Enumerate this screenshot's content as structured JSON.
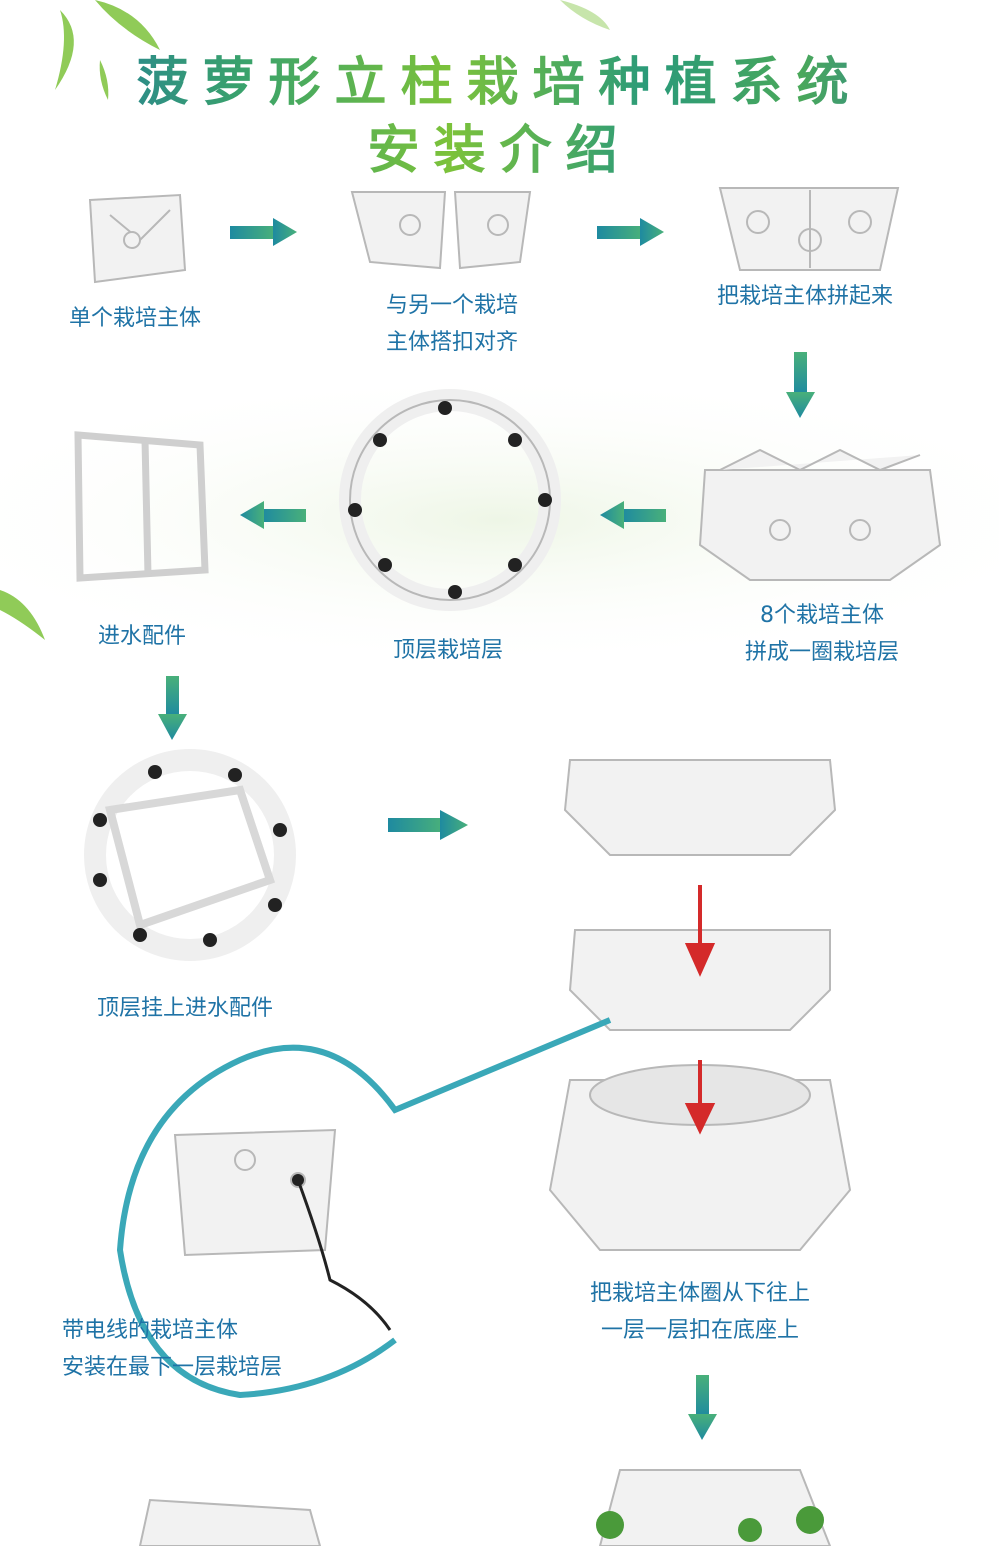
{
  "title": {
    "line1": "菠萝形立柱栽培种植系统",
    "line2": "安装介绍"
  },
  "steps": [
    {
      "label_lines": [
        "单个栽培主体"
      ]
    },
    {
      "label_lines": [
        "与另一个栽培",
        "主体搭扣对齐"
      ]
    },
    {
      "label_lines": [
        "把栽培主体拼起来"
      ]
    },
    {
      "label_lines": [
        "8个栽培主体",
        "拼成一圈栽培层"
      ]
    },
    {
      "label_lines": [
        "顶层栽培层"
      ]
    },
    {
      "label_lines": [
        "进水配件"
      ]
    },
    {
      "label_lines": [
        "顶层挂上进水配件"
      ]
    },
    {
      "label_lines": [
        "把栽培主体圈从下往上",
        "一层一层扣在底座上"
      ]
    },
    {
      "label_lines": [
        "带电线的栽培主体",
        "安装在最下一层栽培层"
      ]
    }
  ],
  "colors": {
    "label": "#1f73a6",
    "arrow": "#2a9a8a",
    "callout": "#3aa8b8",
    "red_arrow": "#d42a2a"
  }
}
